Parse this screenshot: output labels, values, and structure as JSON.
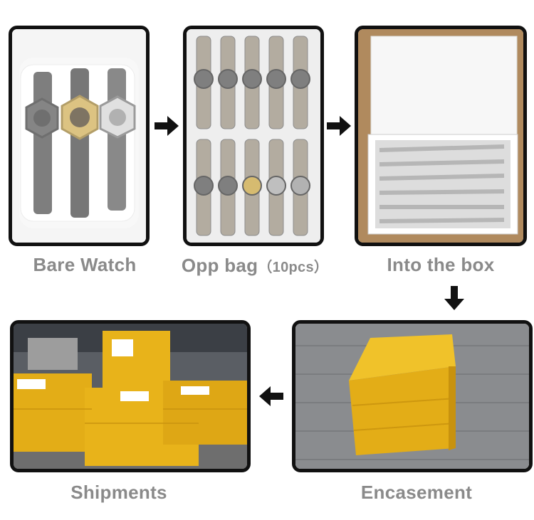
{
  "steps": {
    "bare_watch": "Bare Watch",
    "opp_bag": "Opp bag",
    "opp_bag_qty": "（10pcs）",
    "into_box": "Into the box",
    "encasement": "Encasement",
    "shipments": "Shipments"
  },
  "colors": {
    "border": "#111111",
    "label": "#8a8a8a",
    "carton": "#e8b31a",
    "arrow": "#111111"
  }
}
